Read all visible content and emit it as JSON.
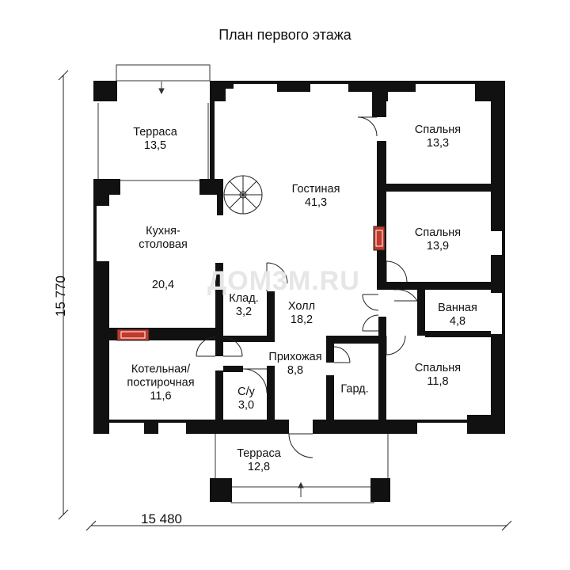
{
  "title": "План первого этажа",
  "dimensions": {
    "width": "15 480",
    "height": "15 770"
  },
  "watermark": "ДОМ3М.RU",
  "rooms": {
    "terrace_top": {
      "name": "Терраса",
      "area": "13,5"
    },
    "living": {
      "name": "Гостиная",
      "area": "41,3"
    },
    "bedroom1": {
      "name": "Спальня",
      "area": "13,3"
    },
    "bedroom2": {
      "name": "Спальня",
      "area": "13,9"
    },
    "kitchen": {
      "name": "Кухня-\nстоловая",
      "area": "20,4"
    },
    "storage": {
      "name": "Клад.",
      "area": "3,2"
    },
    "hall": {
      "name": "Холл",
      "area": "18,2"
    },
    "bath": {
      "name": "Ванная",
      "area": "4,8"
    },
    "boiler": {
      "name": "Котельная/\nпостирочная",
      "area": "11,6"
    },
    "entry": {
      "name": "Прихожая",
      "area": "8,8"
    },
    "bedroom3": {
      "name": "Спальня",
      "area": "11,8"
    },
    "wc": {
      "name": "С/у",
      "area": "3,0"
    },
    "wardrobe": {
      "name": "Гард.",
      "area": ""
    },
    "terrace_bottom": {
      "name": "Терраса",
      "area": "12,8"
    }
  },
  "colors": {
    "wall": "#111111",
    "stove": "#c0392b"
  }
}
